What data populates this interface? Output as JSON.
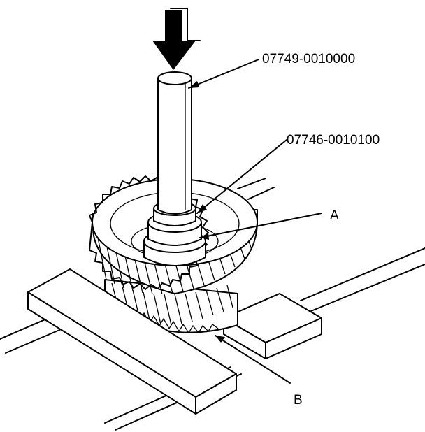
{
  "callouts": {
    "tool_1": "07749-0010000",
    "tool_2": "07746-0010100",
    "part_a": "A",
    "part_b": "B"
  },
  "colors": {
    "line": "#000000",
    "background": "#ffffff"
  }
}
